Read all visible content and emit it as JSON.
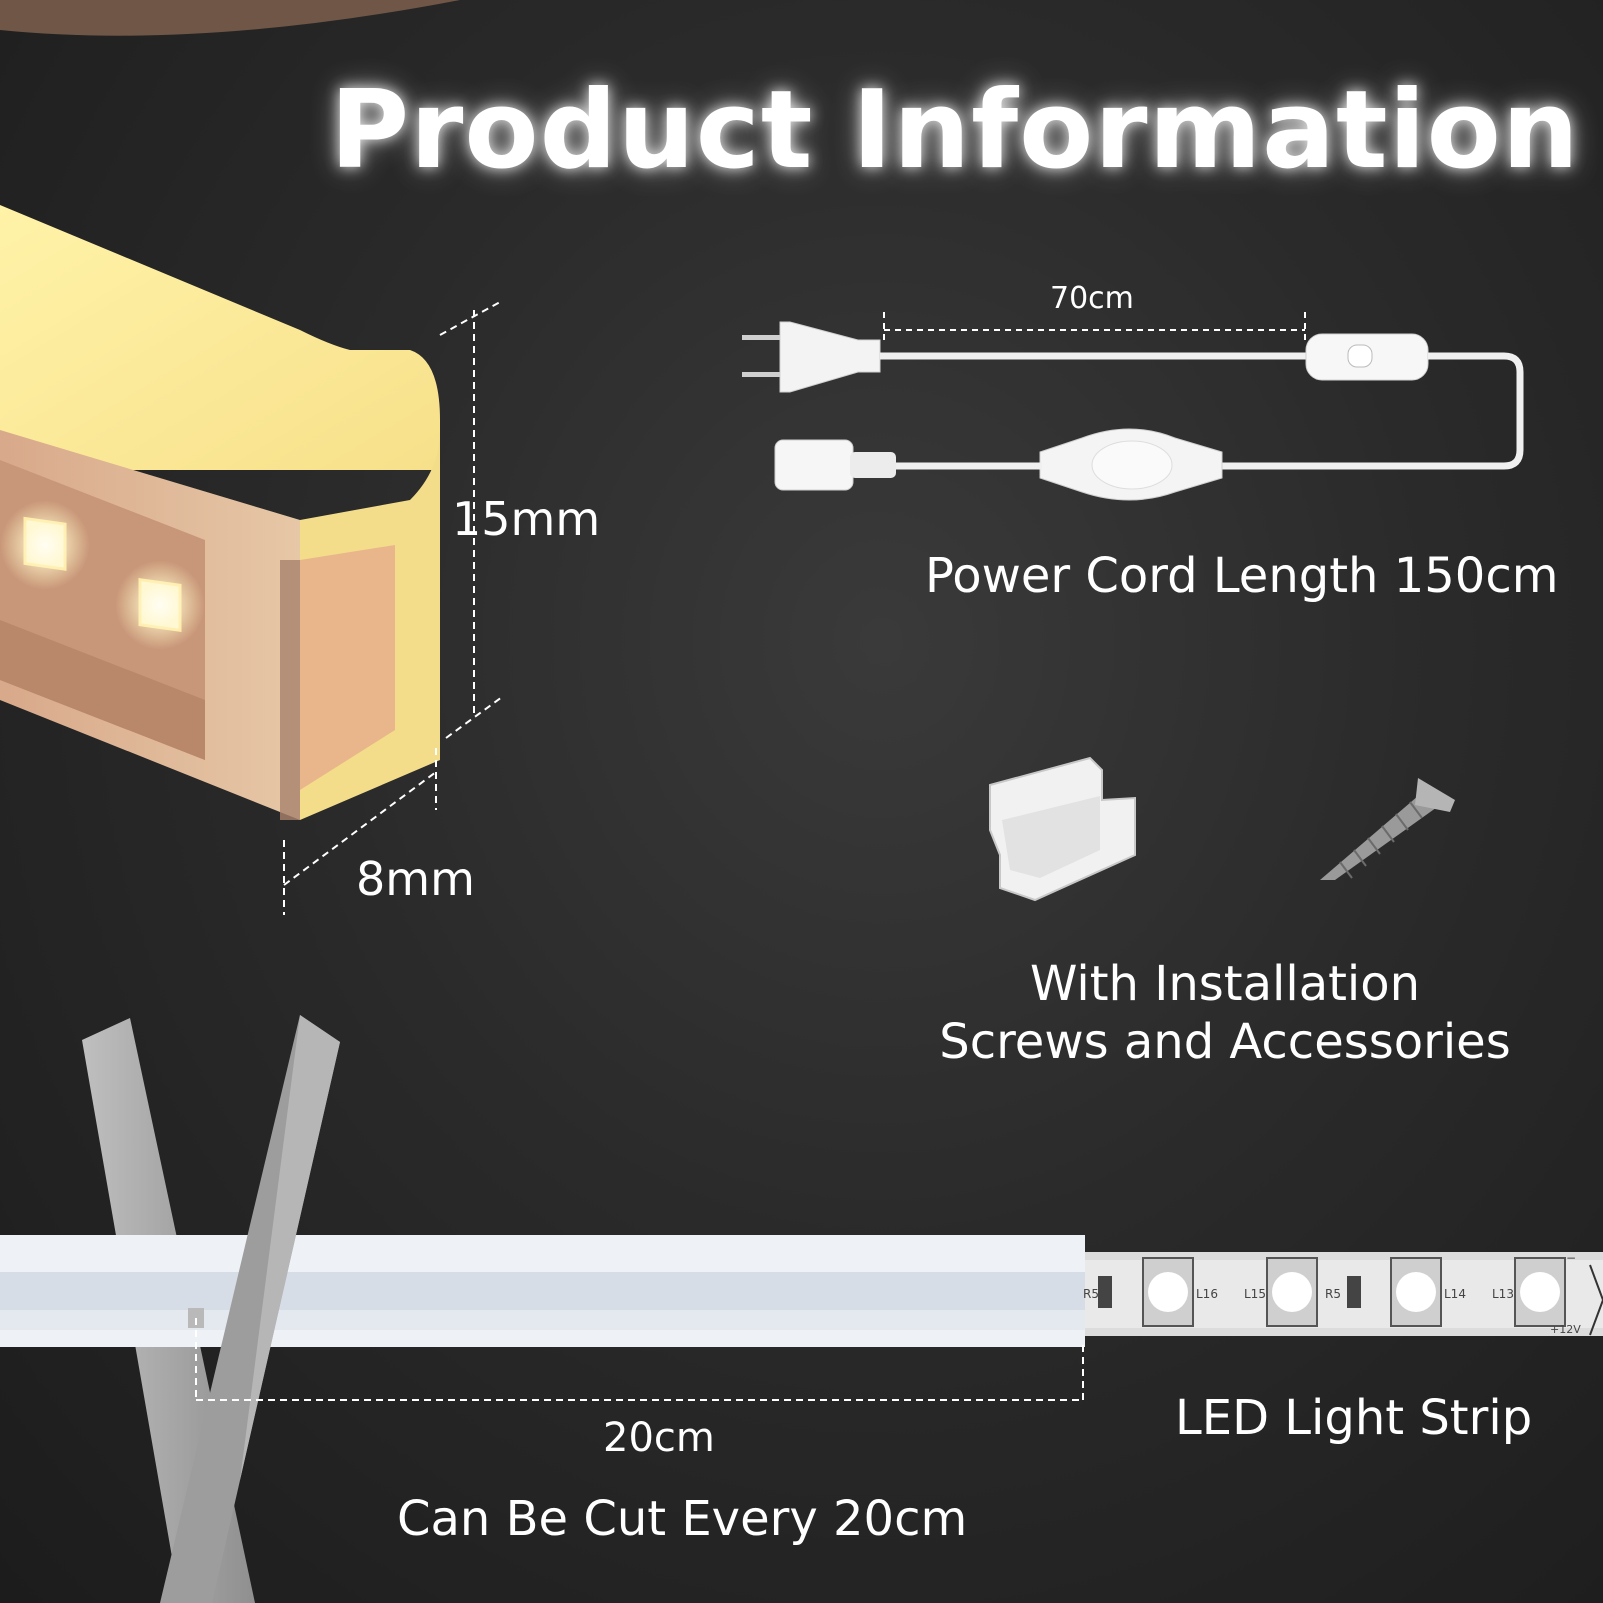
{
  "title": "Product Information",
  "dimensions": {
    "height_label": "15mm",
    "width_label": "8mm"
  },
  "power_cord": {
    "segment_label": "70cm",
    "caption": "Power Cord Length 150cm"
  },
  "accessories": {
    "line1": "With Installation",
    "line2": "Screws and Accessories"
  },
  "strip": {
    "caption": "LED Light Strip",
    "pcb_labels": [
      "R5",
      "L16",
      "L15",
      "R5",
      "L14",
      "L13",
      "+12V",
      "−"
    ]
  },
  "cutting": {
    "segment_label": "20cm",
    "caption": "Can Be Cut Every 20cm"
  },
  "colors": {
    "background": "#2a2a2a",
    "neon_glow": "#ffe79a",
    "text": "#ffffff"
  }
}
